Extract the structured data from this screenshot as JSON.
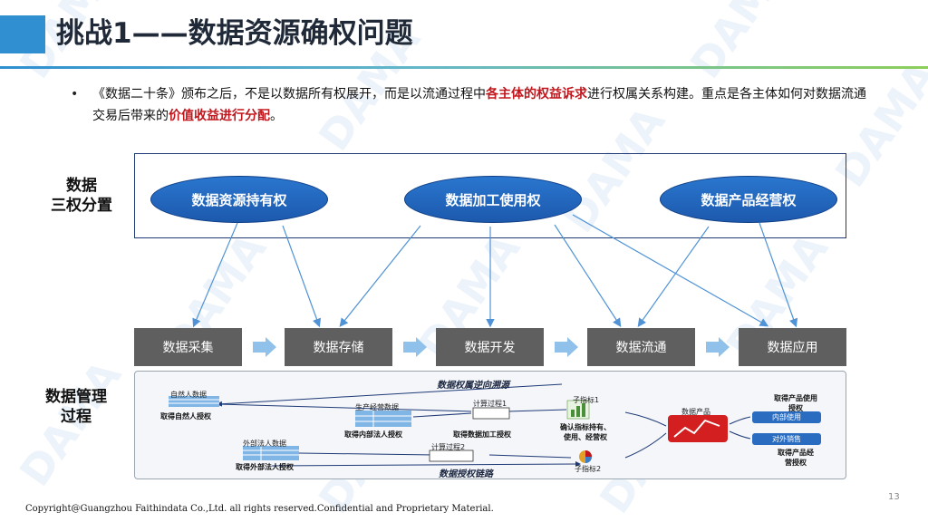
{
  "title": "挑战1——数据资源确权问题",
  "bullet": {
    "part1": "《数据二十条》颁布之后，不是以数据所有权展开，而是以流通过程中",
    "highlight1": "各主体的权益诉求",
    "part2": "进行权属关系构建。重点是各主体如何对数据流通交易后带来的",
    "highlight2": "价值收益进行分配",
    "part3": "。"
  },
  "labels": {
    "rights_line1": "数据",
    "rights_line2": "三权分置",
    "mgmt_line1": "数据管理",
    "mgmt_line2": "过程"
  },
  "rights": [
    "数据资源持有权",
    "数据加工使用权",
    "数据产品经营权"
  ],
  "processes": [
    "数据采集",
    "数据存储",
    "数据开发",
    "数据流通",
    "数据应用"
  ],
  "flow": {
    "trace_title": "数据权属逆向溯源",
    "auth_chain_title": "数据授权链路",
    "natural_data": "自然人数据",
    "natural_auth": "取得自然人授权",
    "production_data": "生产经营数据",
    "internal_auth": "取得内部法人授权",
    "external_data": "外部法人数据",
    "external_auth": "取得外部法人授权",
    "calc1": "计算过程1",
    "calc2": "计算过程2",
    "process_auth": "取得数据加工授权",
    "sub_index1": "子指标1",
    "sub_index2": "子指标2",
    "confirm_line1": "确认指标持有、",
    "confirm_line2": "使用、经营权",
    "data_product": "数据产品",
    "usage_auth_line1": "取得产品使用",
    "usage_auth_line2": "授权",
    "internal_use": "内部使用",
    "external_sale": "对外销售",
    "operation_auth_line1": "取得产品经",
    "operation_auth_line2": "营授权"
  },
  "watermark": "DAMA",
  "page_number": "13",
  "copyright": "Copyright@Guangzhou Faithindata Co.,Ltd. all rights reserved.Confidential and Proprietary Material.",
  "colors": {
    "accent_blue": "#2f8fd0",
    "ellipse_blue": "#1f64b8",
    "highlight_red": "#c0161d",
    "process_gray": "#5f5f5f"
  }
}
